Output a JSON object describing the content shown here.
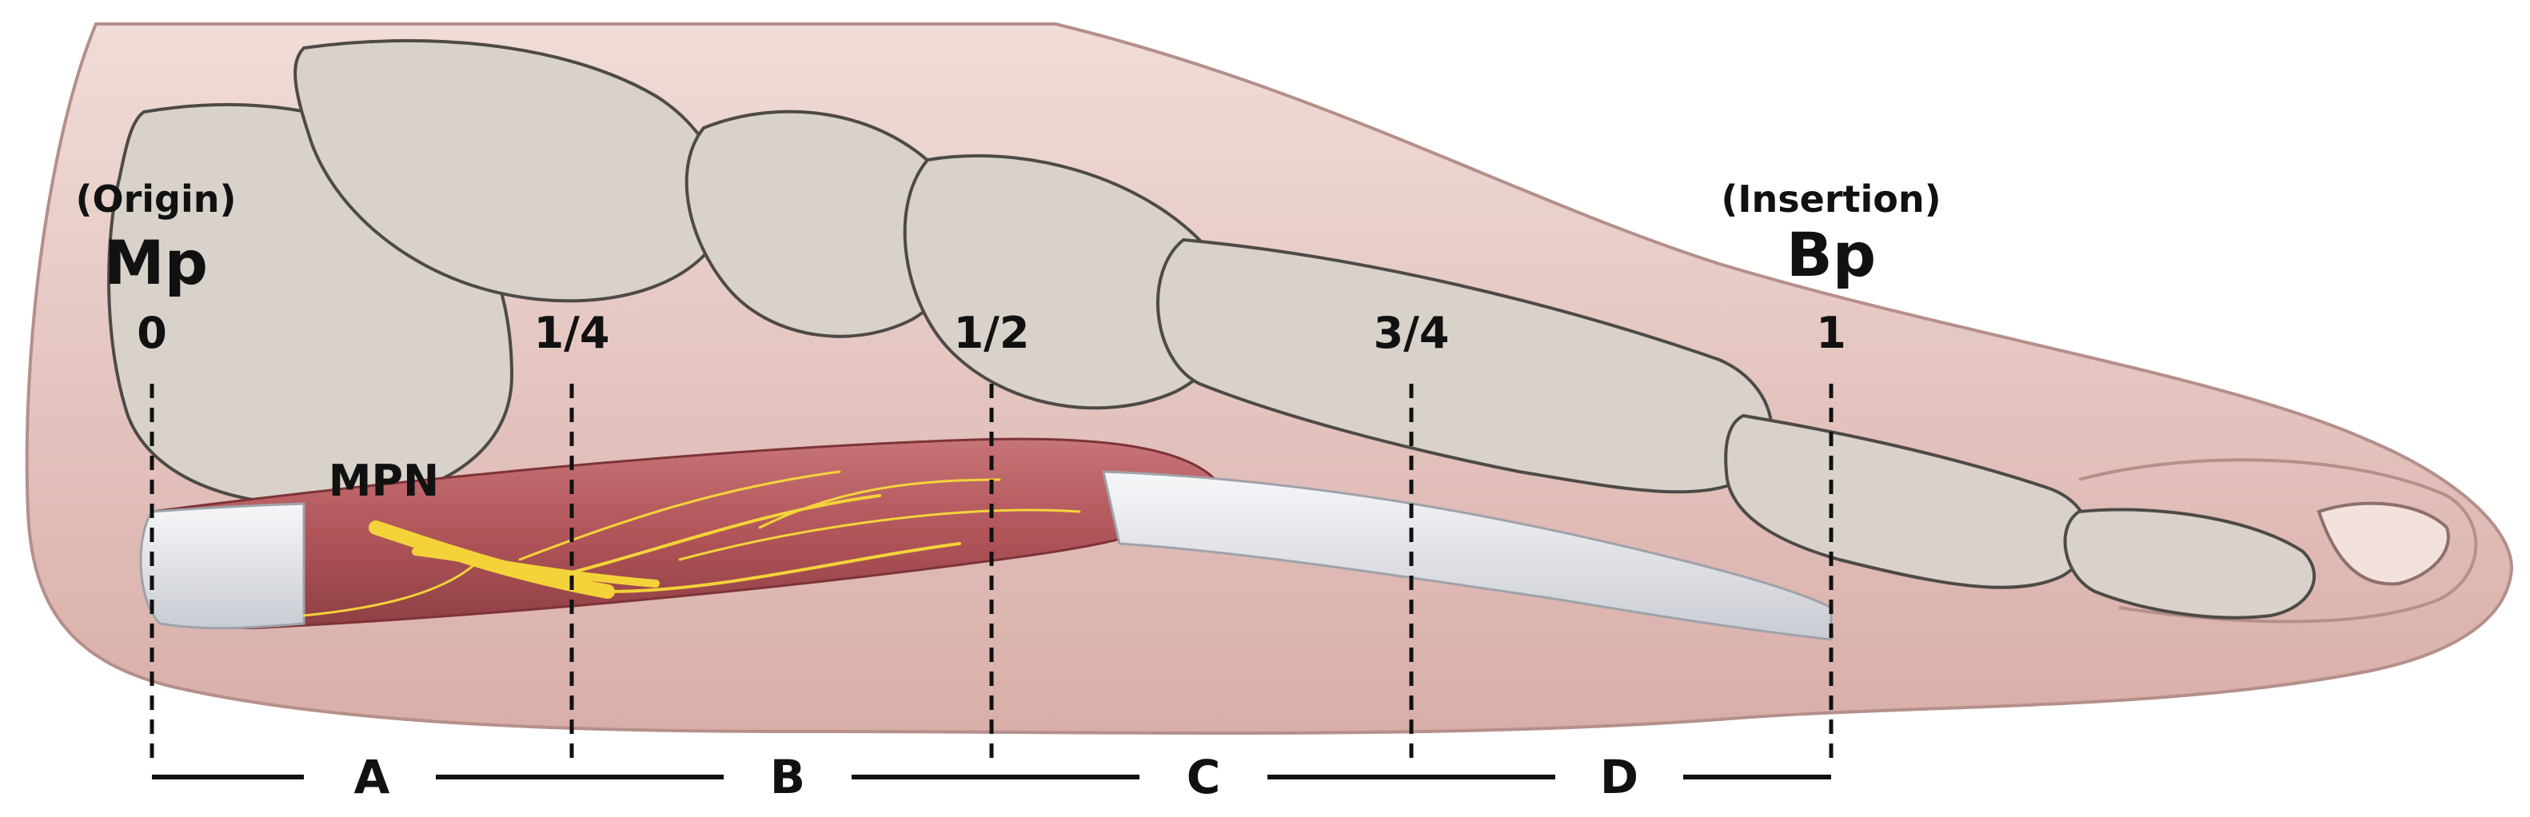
{
  "labels": {
    "origin_note": "(Origin)",
    "origin_name": "Mp",
    "insertion_note": "(Insertion)",
    "insertion_name": "Bp",
    "nerve": "MPN"
  },
  "fractions": [
    "0",
    "1/4",
    "1/2",
    "3/4",
    "1"
  ],
  "segments": [
    "A",
    "B",
    "C",
    "D"
  ],
  "colors": {
    "skin": "#e9c9c3",
    "skin_edge": "#b58f8a",
    "bone": "#d8d2ca",
    "bone_edge": "#4d4a48",
    "muscle": "#b55a5e",
    "tendon": "#e6e8ec",
    "nerve": "#f4d33a",
    "line": "#111111"
  }
}
